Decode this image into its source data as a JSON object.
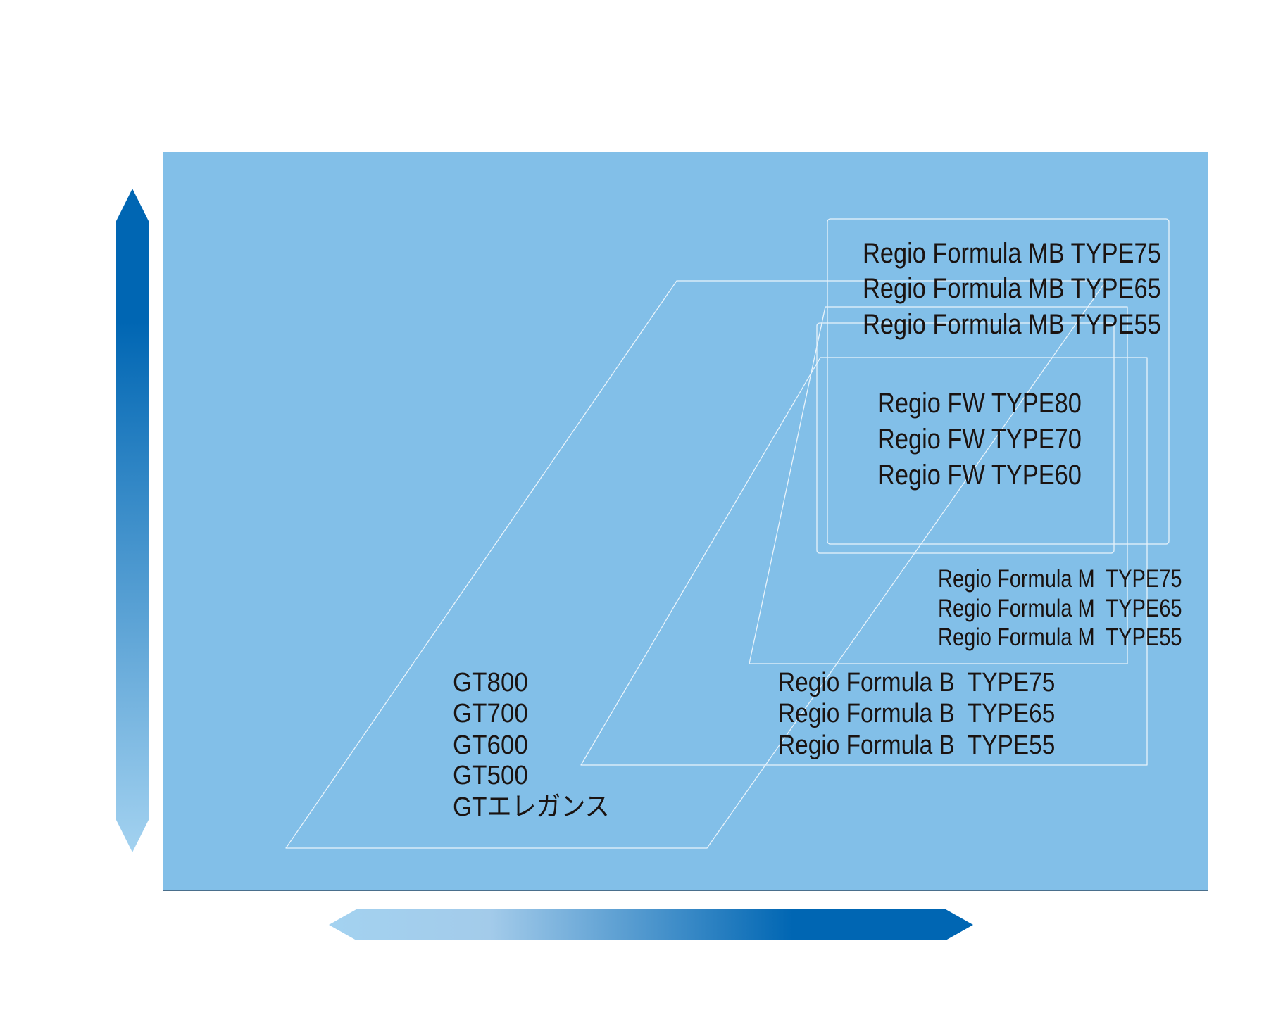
{
  "colors": {
    "background": "#82bfe8",
    "arrow_dark": "#0066b3",
    "arrow_light": "#a3d2f0",
    "outline": "#e8f3fb",
    "text": "#1a1311"
  },
  "groups": {
    "mb": [
      "Regio Formula MB TYPE75",
      "Regio Formula MB TYPE65",
      "Regio Formula MB TYPE55"
    ],
    "fw": [
      "Regio FW TYPE80",
      "Regio FW TYPE70",
      "Regio FW TYPE60"
    ],
    "m": [
      "Regio Formula M  TYPE75",
      "Regio Formula M  TYPE65",
      "Regio Formula M  TYPE55"
    ],
    "b": [
      "Regio Formula B  TYPE75",
      "Regio Formula B  TYPE65",
      "Regio Formula B  TYPE55"
    ],
    "gt": [
      "GT800",
      "GT700",
      "GT600",
      "GT500",
      "GTエレガンス"
    ]
  }
}
